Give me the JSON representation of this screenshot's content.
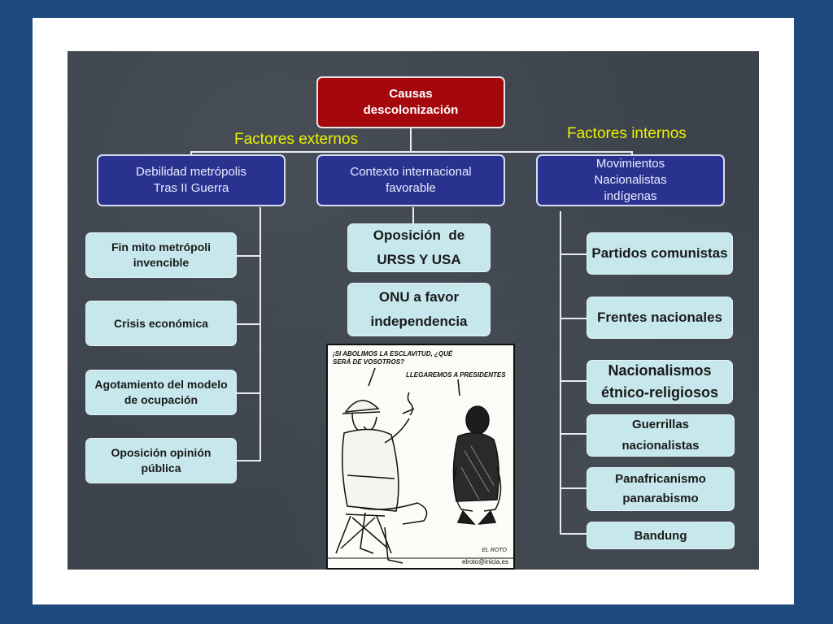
{
  "diagram": {
    "root": {
      "line1": "Causas",
      "line2": "descolonización"
    },
    "external_label": "Factores externos",
    "internal_label": "Factores internos",
    "categories": [
      {
        "line1": "Debilidad metrópolis",
        "line2": "Tras II Guerra"
      },
      {
        "line1": "Contexto internacional",
        "line2": "favorable"
      },
      {
        "line1": "Movimientos",
        "line2": "Nacionalistas",
        "line3": "indígenas"
      }
    ],
    "left_items": [
      {
        "line1": "Fin mito metrópoli",
        "line2": "invencible"
      },
      {
        "line1": "Crisis económica"
      },
      {
        "line1": "Agotamiento del modelo",
        "line2": "de ocupación"
      },
      {
        "line1": "Oposición opinión",
        "line2": "pública"
      }
    ],
    "center_items": [
      {
        "line1": "Oposición  de",
        "line2": "URSS Y USA"
      },
      {
        "line1": "ONU a favor",
        "line2": "independencia"
      }
    ],
    "right_items": [
      {
        "line1": "Partidos comunistas"
      },
      {
        "line1": "Frentes nacionales"
      },
      {
        "line1": "Nacionalismos",
        "line2": "étnico-religiosos"
      },
      {
        "line1": "Guerrillas",
        "line2": "nacionalistas"
      },
      {
        "line1": "Panafricanismo",
        "line2": "panarabismo"
      },
      {
        "line1": "Bandung"
      }
    ]
  },
  "cartoon": {
    "caption_top": "¡SI ABOLIMOS LA ESCLAVITUD, ¿QUÉ SERÁ DE VOSOTROS?",
    "caption_reply": "LLEGAREMOS A PRESIDENTES",
    "signature": "EL ROTO",
    "email": "elroto@inicia.es"
  }
}
